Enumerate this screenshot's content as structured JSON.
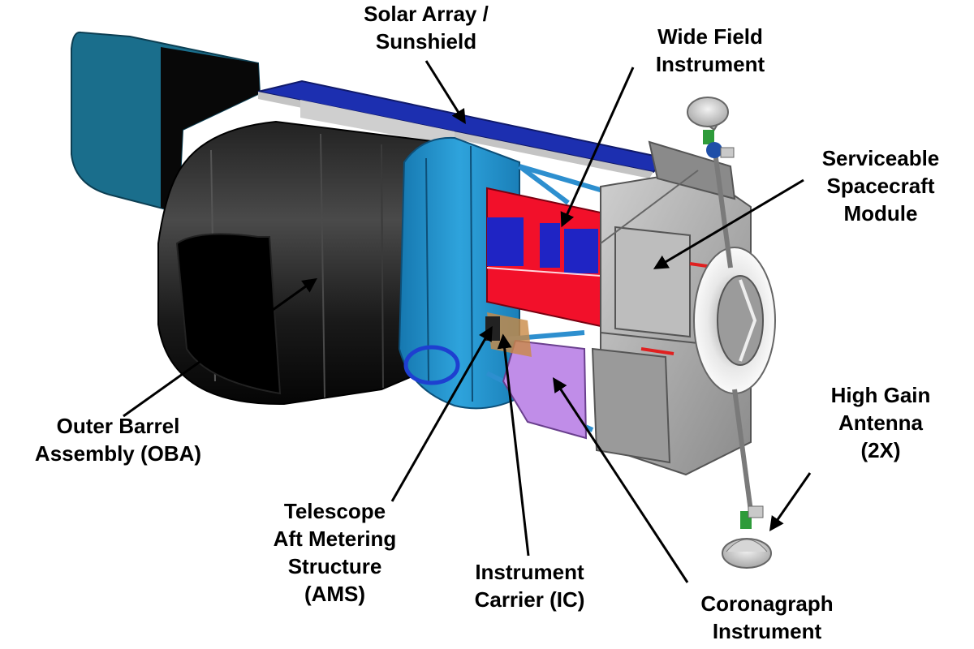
{
  "labels": {
    "solar_array": [
      "Solar Array /",
      "Sunshield"
    ],
    "wide_field": [
      "Wide Field",
      "Instrument"
    ],
    "serviceable": [
      "Serviceable",
      "Spacecraft",
      "Module"
    ],
    "high_gain": [
      "High Gain",
      "Antenna",
      "(2X)"
    ],
    "outer_barrel": [
      "Outer Barrel",
      "Assembly (OBA)"
    ],
    "ams": [
      "Telescope",
      "Aft Metering",
      "Structure",
      "(AMS)"
    ],
    "instrument_carrier": [
      "Instrument",
      "Carrier (IC)"
    ],
    "coronagraph": [
      "Coronagraph",
      "Instrument"
    ]
  },
  "colors": {
    "sunshield_teal": "#1a6e8c",
    "solar_panel_blue": "#1c2fb0",
    "barrel_black": "#111111",
    "barrel_grey": "#3a3a3a",
    "ring_blue": "#1f8fc9",
    "wfi_red": "#f2102a",
    "wfi_blue": "#1f24c4",
    "coronagraph_purple": "#c08de8",
    "module_grey": "#a9a9a9",
    "antenna_grey": "#d6d6d6",
    "antenna_green": "#2e9b3a"
  }
}
